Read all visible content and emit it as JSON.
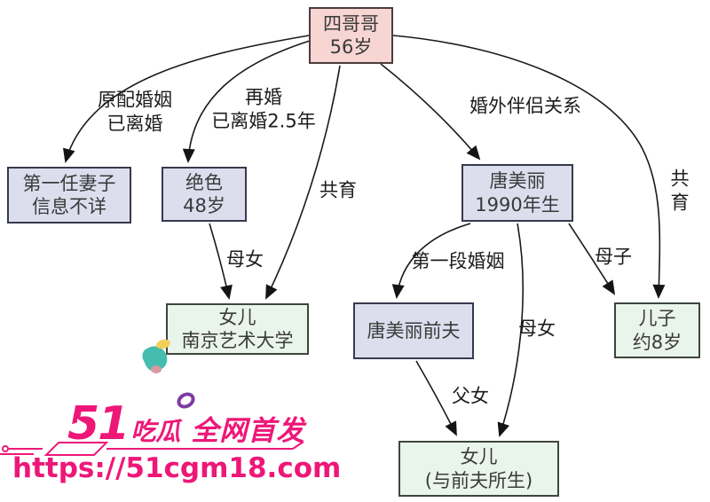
{
  "diagram": {
    "nodes": {
      "brother": {
        "label": "四哥哥\n56岁"
      },
      "first_wife": {
        "label": "第一任妻子\n信息不详"
      },
      "juese": {
        "label": "绝色\n48岁"
      },
      "tang_meili": {
        "label": "唐美丽\n1990年生"
      },
      "daughter_art": {
        "label": "女儿\n南京艺术大学"
      },
      "ex_husband": {
        "label": "唐美丽前夫"
      },
      "son": {
        "label": "儿子\n约8岁"
      },
      "daughter_ex": {
        "label": "女儿\n(与前夫所生)"
      }
    },
    "edge_labels": {
      "original_marriage": "原配婚姻\n已离婚",
      "remarriage": "再婚\n已离婚2.5年",
      "affair": "婚外伴侣关系",
      "coparent_left": "共育",
      "coparent_right": "共育",
      "mother_daughter_left": "母女",
      "first_marriage": "第一段婚姻",
      "mother_son": "母子",
      "mother_daughter_right": "母女",
      "father_daughter": "父女"
    }
  },
  "watermark": {
    "brand_number": "51",
    "brand_name": "吃瓜",
    "slogan": "全网首发",
    "url": "https://51cgm18.com"
  },
  "colors": {
    "node_pink": "#f7d5d2",
    "node_lavender": "#dcdeee",
    "node_green": "#e9f4ea",
    "edge_stroke": "#1a1a1a",
    "watermark_pink": "#ee1778"
  }
}
